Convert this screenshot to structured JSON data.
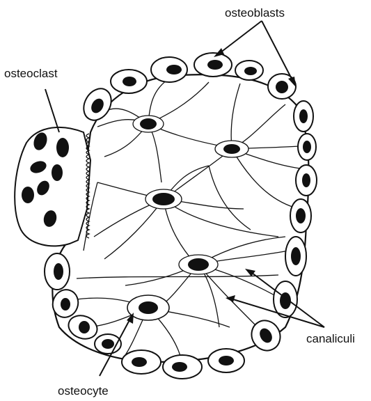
{
  "labels": {
    "osteoblasts": "osteoblasts",
    "osteoclast": "osteoclast",
    "canaliculi": "canaliculi",
    "osteocyte": "osteocyte"
  },
  "colors": {
    "ink": "#111111",
    "background": "#ffffff"
  }
}
